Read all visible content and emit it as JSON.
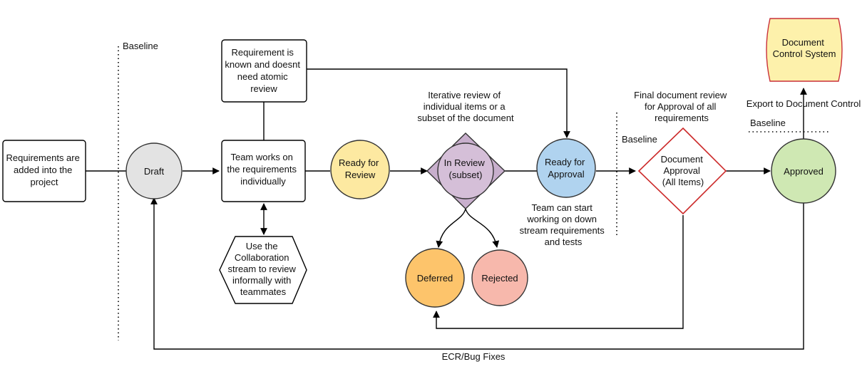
{
  "diagram": {
    "baseline_labels": [
      "Baseline",
      "Baseline",
      "Baseline"
    ],
    "nodes": {
      "requirements_added": [
        "Requirements are",
        "added into the",
        "project"
      ],
      "draft": [
        "Draft"
      ],
      "requirement_known": [
        "Requirement is",
        "known and doesnt",
        "need atomic",
        "review"
      ],
      "team_works": [
        "Team works on",
        "the requirements",
        "individually"
      ],
      "collaboration": [
        "Use the",
        "Collaboration",
        "stream to review",
        "informally with",
        "teammates"
      ],
      "ready_for_review": [
        "Ready for",
        "Review"
      ],
      "in_review": [
        "In Review",
        "(subset)"
      ],
      "deferred": [
        "Deferred"
      ],
      "rejected": [
        "Rejected"
      ],
      "ready_for_approval": [
        "Ready for",
        "Approval"
      ],
      "document_approval": [
        "Document",
        "Approval",
        "(All Items)"
      ],
      "approved": [
        "Approved"
      ],
      "document_control_system": [
        "Document",
        "Control System"
      ]
    },
    "annotations": {
      "iterative_review": [
        "Iterative review of",
        "individual items or a",
        "subset of the document"
      ],
      "team_can_start": [
        "Team can start",
        "working on down",
        "stream requirements",
        "and tests"
      ],
      "final_document_review": [
        "Final document review",
        "for Approval of all",
        "requirements"
      ],
      "export": [
        "Export to Document Control"
      ],
      "ecr": [
        "ECR/Bug Fixes"
      ]
    },
    "colors": {
      "draft": "#e3e3e3",
      "ready_for_review": "#fde9a1",
      "in_review": "#d5bfd8",
      "in_review_diamond": "#c8afcd",
      "deferred": "#fdc46b",
      "rejected": "#f7b8ac",
      "ready_for_approval": "#b0d3ef",
      "approved": "#cfe8b3",
      "document_control_system": "#fdf1ab",
      "document_control_border": "#c9303a",
      "document_approval_border": "#cc2a2a"
    }
  }
}
